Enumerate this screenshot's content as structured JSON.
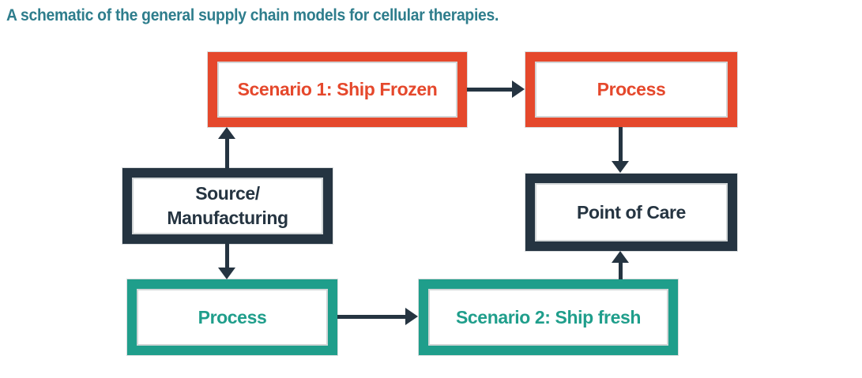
{
  "title": "A schematic of the general supply chain models for cellular therapies.",
  "boxes": {
    "scenario1": {
      "label": "Scenario 1: Ship Frozen",
      "color": "#e5482c"
    },
    "process_frozen": {
      "label": "Process",
      "color": "#e5482c"
    },
    "source": {
      "line1": "Source/",
      "line2": "Manufacturing",
      "color": "#253441"
    },
    "point_of_care": {
      "label": "Point of Care",
      "color": "#253441"
    },
    "process_fresh": {
      "label": "Process",
      "color": "#1f9e8b"
    },
    "scenario2": {
      "label": "Scenario 2: Ship fresh",
      "color": "#1f9e8b"
    }
  },
  "connections": [
    {
      "from": "source",
      "to": "scenario1",
      "direction": "up"
    },
    {
      "from": "scenario1",
      "to": "process_frozen",
      "direction": "right"
    },
    {
      "from": "process_frozen",
      "to": "point_of_care",
      "direction": "down"
    },
    {
      "from": "source",
      "to": "process_fresh",
      "direction": "down"
    },
    {
      "from": "process_fresh",
      "to": "scenario2",
      "direction": "right"
    },
    {
      "from": "scenario2",
      "to": "point_of_care",
      "direction": "up"
    }
  ],
  "colors": {
    "title": "#2e7d8c",
    "scenario_frozen_accent": "#e5482c",
    "scenario_fresh_accent": "#1f9e8b",
    "neutral_accent": "#253441",
    "arrow": "#253441",
    "background": "#ffffff"
  }
}
